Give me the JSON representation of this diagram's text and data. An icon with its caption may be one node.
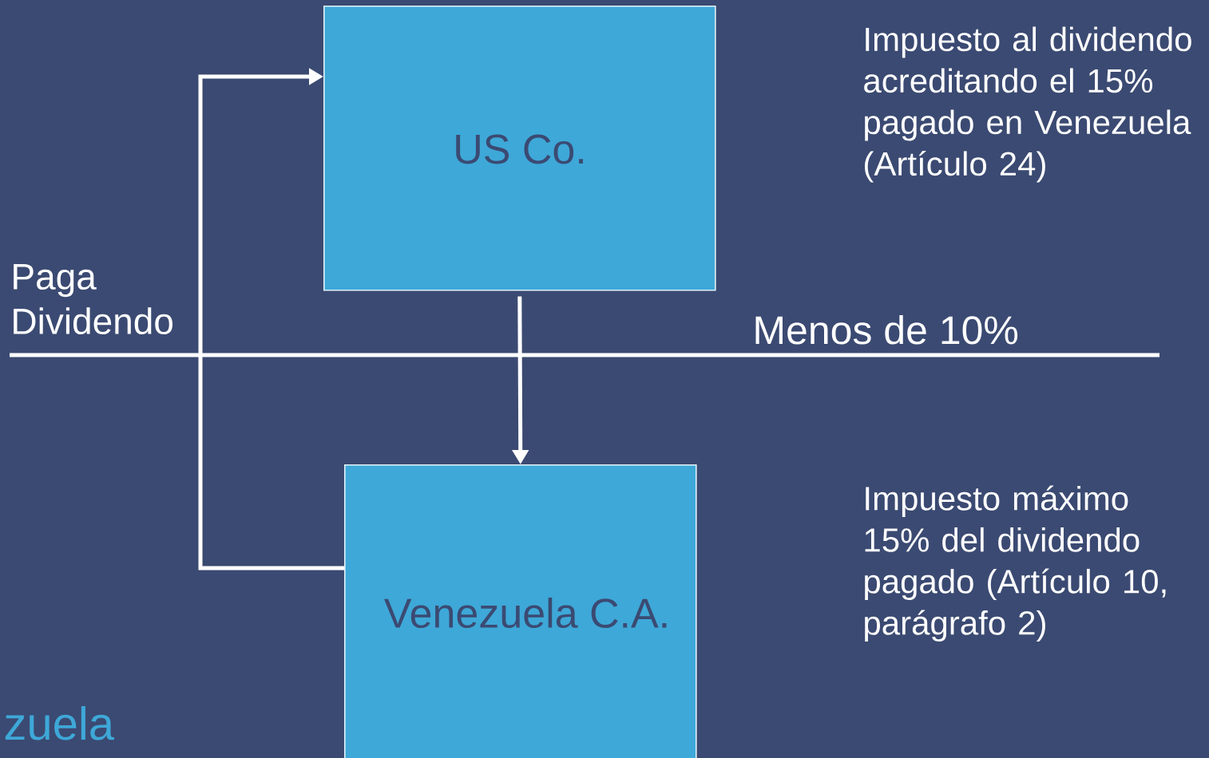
{
  "diagram": {
    "nodes": [
      {
        "text": [
          "US Co."
        ]
      },
      {
        "text": [
          "Venezuela C.A."
        ]
      }
    ],
    "edges": [
      {
        "from": 0,
        "to": 1,
        "arrow": "to"
      },
      {
        "from": 1,
        "to": 0,
        "arrow": "to",
        "label": "Paga Dividendo"
      }
    ],
    "labels": [
      "Impuesto al dividendo acreditando el 15% pagado en Venezuela (Artículo 24)",
      "Menos de 10%",
      "Impuesto máximo 15% del dividendo pagado (Artículo 10, parágrafo 2)",
      "zuela"
    ]
  }
}
